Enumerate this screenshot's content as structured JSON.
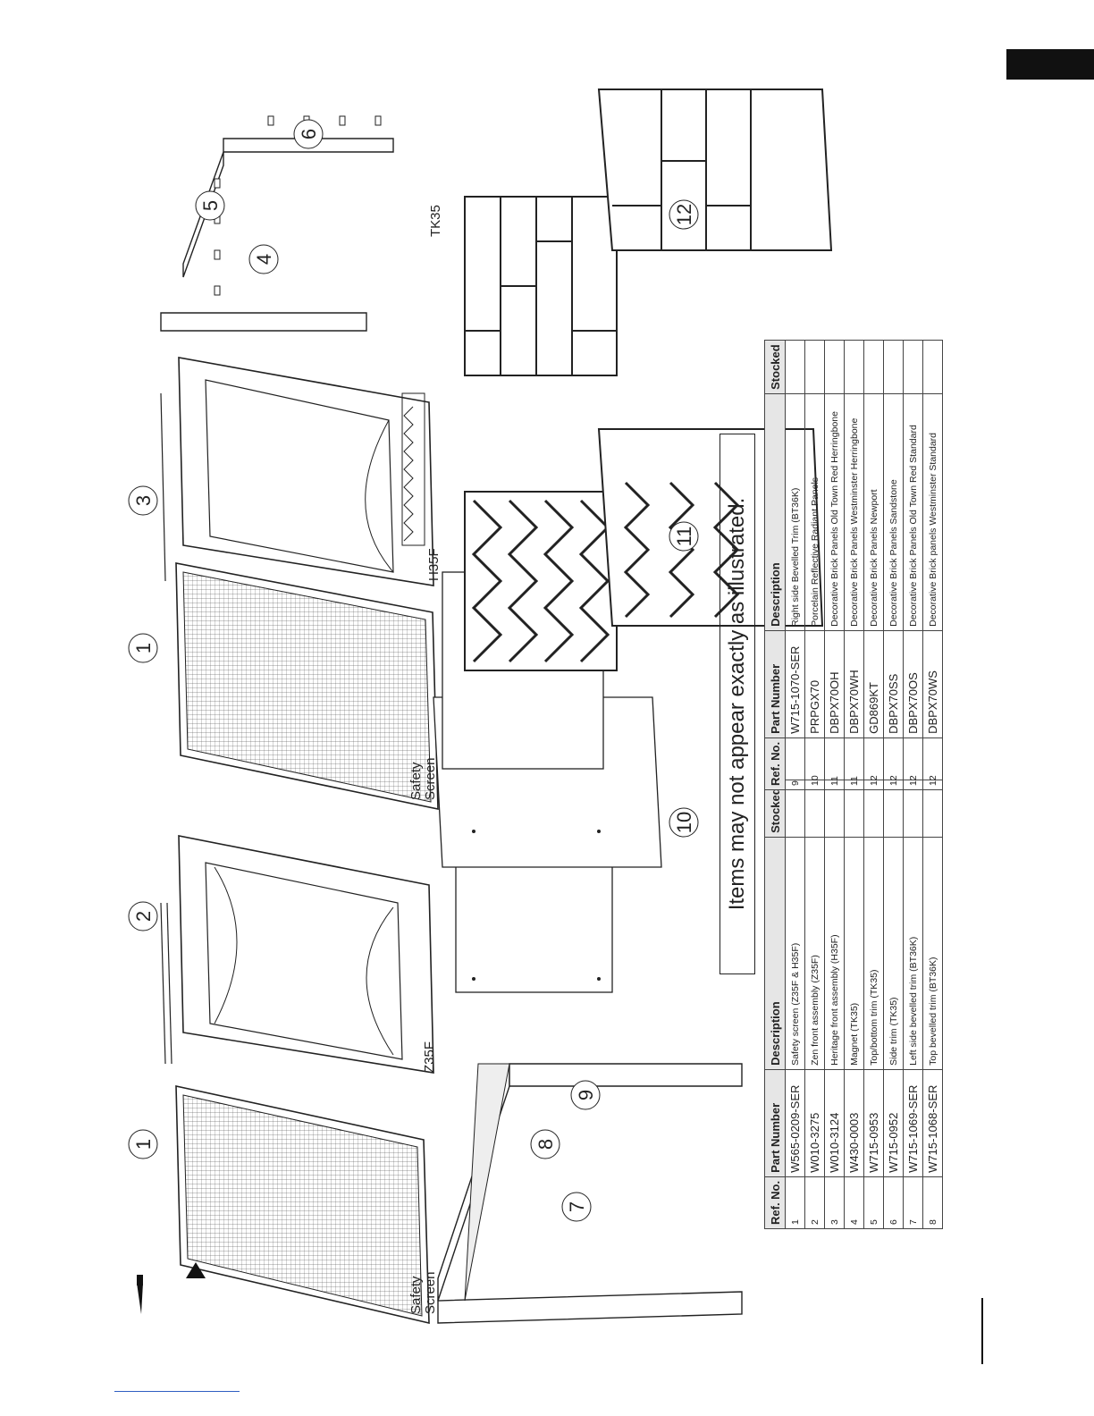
{
  "figure": {
    "model_labels": [
      "Z35F",
      "H35F",
      "TK35"
    ],
    "safety_screen_label_line1": "Safety",
    "safety_screen_label_line2": "Screen",
    "callouts": [
      "1",
      "2",
      "1",
      "3",
      "4",
      "5",
      "6",
      "7",
      "8",
      "9",
      "10",
      "11",
      "12"
    ]
  },
  "notice": "Items may not appear exactly as illustrated.",
  "table": {
    "headers": [
      "Ref. No.",
      "Part Number",
      "Description",
      "Stocked"
    ],
    "left_rows": [
      {
        "ref": "1",
        "part": "W565-0209-SER",
        "desc": "Safety screen (Z35F & H35F)",
        "stocked": ""
      },
      {
        "ref": "2",
        "part": "W010-3275",
        "desc": "Zen front assembly (Z35F)",
        "stocked": ""
      },
      {
        "ref": "3",
        "part": "W010-3124",
        "desc": "Heritage front assembly (H35F)",
        "stocked": ""
      },
      {
        "ref": "4",
        "part": "W430-0003",
        "desc": "Magnet (TK35)",
        "stocked": ""
      },
      {
        "ref": "5",
        "part": "W715-0953",
        "desc": "Top/bottom trim (TK35)",
        "stocked": ""
      },
      {
        "ref": "6",
        "part": "W715-0952",
        "desc": "Side trim (TK35)",
        "stocked": ""
      },
      {
        "ref": "7",
        "part": "W715-1069-SER",
        "desc": "Left side bevelled trim (BT36K)",
        "stocked": ""
      },
      {
        "ref": "8",
        "part": "W715-1068-SER",
        "desc": "Top bevelled trim (BT36K)",
        "stocked": ""
      }
    ],
    "right_rows": [
      {
        "ref": "9",
        "part": "W715-1070-SER",
        "desc": "Right side Bevelled Trim (BT36K)",
        "stocked": ""
      },
      {
        "ref": "10",
        "part": "PRPGX70",
        "desc": "Porcelain Reflective Radiant Panels",
        "stocked": ""
      },
      {
        "ref": "11",
        "part": "DBPX70OH",
        "desc": "Decorative Brick Panels Old Town Red Herringbone",
        "stocked": ""
      },
      {
        "ref": "11",
        "part": "DBPX70WH",
        "desc": "Decorative Brick Panels Westminster Herringbone",
        "stocked": ""
      },
      {
        "ref": "12",
        "part": "GD869KT",
        "desc": "Decorative Brick Panels Newport",
        "stocked": ""
      },
      {
        "ref": "12",
        "part": "DBPX70SS",
        "desc": "Decorative Brick Panels Sandstone",
        "stocked": ""
      },
      {
        "ref": "12",
        "part": "DBPX70OS",
        "desc": "Decorative Brick Panels Old Town Red Standard",
        "stocked": ""
      },
      {
        "ref": "12",
        "part": "DBPX70WS",
        "desc": "Decorative Brick panels Westminster Standard",
        "stocked": ""
      }
    ]
  }
}
